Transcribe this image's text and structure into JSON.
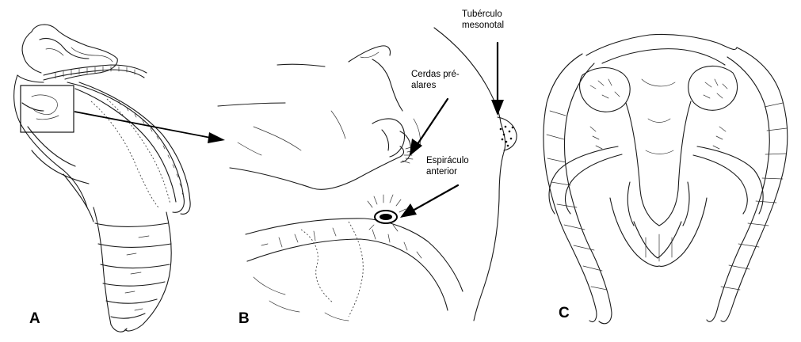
{
  "panels": {
    "a": {
      "letter": "A"
    },
    "b": {
      "letter": "B"
    },
    "c": {
      "letter": "C"
    }
  },
  "annotations": {
    "tuberculo": {
      "line1": "Tubérculo",
      "line2": "mesonotal"
    },
    "cerdas": {
      "line1": "Cerdas pré-",
      "line2": "alares"
    },
    "espiraculo": {
      "line1": "Espiráculo",
      "line2": "anterior"
    }
  },
  "colors": {
    "ink": "#1a1a1a",
    "background": "#ffffff"
  }
}
